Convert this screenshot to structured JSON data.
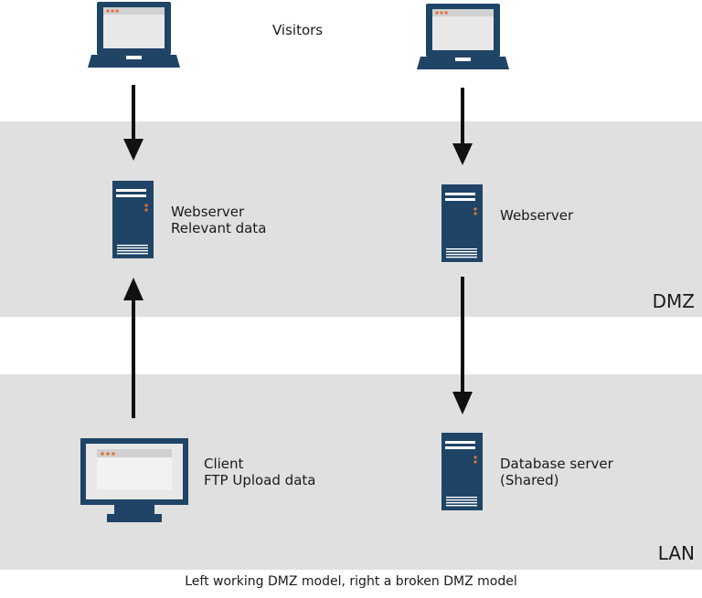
{
  "zones": {
    "dmz": "DMZ",
    "lan": "LAN"
  },
  "visitors_label": "Visitors",
  "left": {
    "webserver_label_line1": "Webserver",
    "webserver_label_line2": "Relevant data",
    "client_label_line1": "Client",
    "client_label_line2": "FTP Upload data"
  },
  "right": {
    "webserver_label": "Webserver",
    "db_label_line1": "Database server",
    "db_label_line2": "(Shared)"
  },
  "caption": "Left working DMZ model, right a broken DMZ model",
  "colors": {
    "device_blue": "#1f4466",
    "band_gray": "#e0e0e0",
    "screen_gray": "#e8e8e8",
    "dot_orange": "#e8703a"
  }
}
